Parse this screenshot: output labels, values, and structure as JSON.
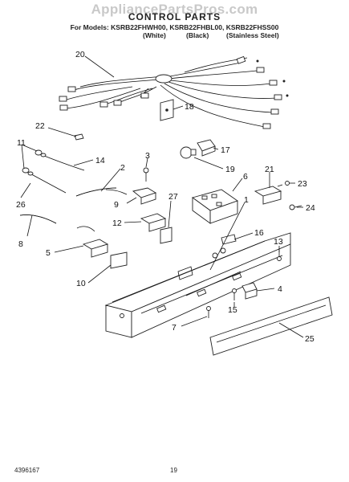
{
  "header": {
    "watermark": "AppliancePartsPros.com",
    "title": "CONTROL PARTS",
    "models": "For Models: KSRB22FHWH00, KSRB22FHBL00, KSRB22FHSS00",
    "color_white": "(White)",
    "color_black": "(Black)",
    "color_stainless": "(Stainless Steel)"
  },
  "callouts": [
    "20",
    "18",
    "22",
    "11",
    "14",
    "3",
    "17",
    "19",
    "2",
    "6",
    "21",
    "23",
    "26",
    "9",
    "27",
    "24",
    "1",
    "12",
    "8",
    "16",
    "13",
    "5",
    "10",
    "4",
    "15",
    "7",
    "25"
  ],
  "footer": {
    "doc_number": "4396167",
    "page_number": "19"
  }
}
